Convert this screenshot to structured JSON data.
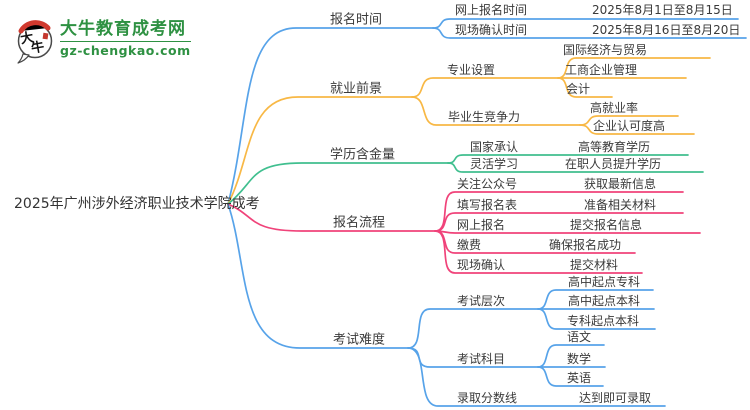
{
  "site": {
    "logo_badge_text": "大牛",
    "name": "大牛教育成考网",
    "domain": "gz-chengkao.com",
    "brand_green": "#2e9142",
    "logo_red": "#d0392e"
  },
  "colors": {
    "blue": "#57a3e9",
    "yellow": "#f8b845",
    "green": "#40bf8f",
    "pink": "#f0437a",
    "text": "#3a3a3a"
  },
  "root": {
    "label": "2025年广州涉外经济职业技术学院成考"
  },
  "branches": [
    {
      "label": "报名时间",
      "children": [
        {
          "label": "网上报名时间",
          "value": "2025年8月1日至8月15日"
        },
        {
          "label": "现场确认时间",
          "value": "2025年8月16日至8月20日"
        }
      ]
    },
    {
      "label": "就业前景",
      "children": [
        {
          "label": "专业设置",
          "values": [
            "国际经济与贸易",
            "工商企业管理",
            "会计"
          ]
        },
        {
          "label": "毕业生竞争力",
          "values": [
            "高就业率",
            "企业认可度高"
          ]
        }
      ]
    },
    {
      "label": "学历含金量",
      "children": [
        {
          "label": "国家承认",
          "value": "高等教育学历"
        },
        {
          "label": "灵活学习",
          "value": "在职人员提升学历"
        }
      ]
    },
    {
      "label": "报名流程",
      "children": [
        {
          "label": "关注公众号",
          "value": "获取最新信息"
        },
        {
          "label": "填写报名表",
          "value": "准备相关材料"
        },
        {
          "label": "网上报名",
          "value": "提交报名信息"
        },
        {
          "label": "缴费",
          "value": "确保报名成功"
        },
        {
          "label": "现场确认",
          "value": "提交材料"
        }
      ]
    },
    {
      "label": "考试难度",
      "children": [
        {
          "label": "考试层次",
          "values": [
            "高中起点专科",
            "高中起点本科",
            "专科起点本科"
          ]
        },
        {
          "label": "考试科目",
          "values": [
            "语文",
            "数学",
            "英语"
          ]
        },
        {
          "label": "录取分数线",
          "value": "达到即可录取"
        }
      ]
    }
  ]
}
